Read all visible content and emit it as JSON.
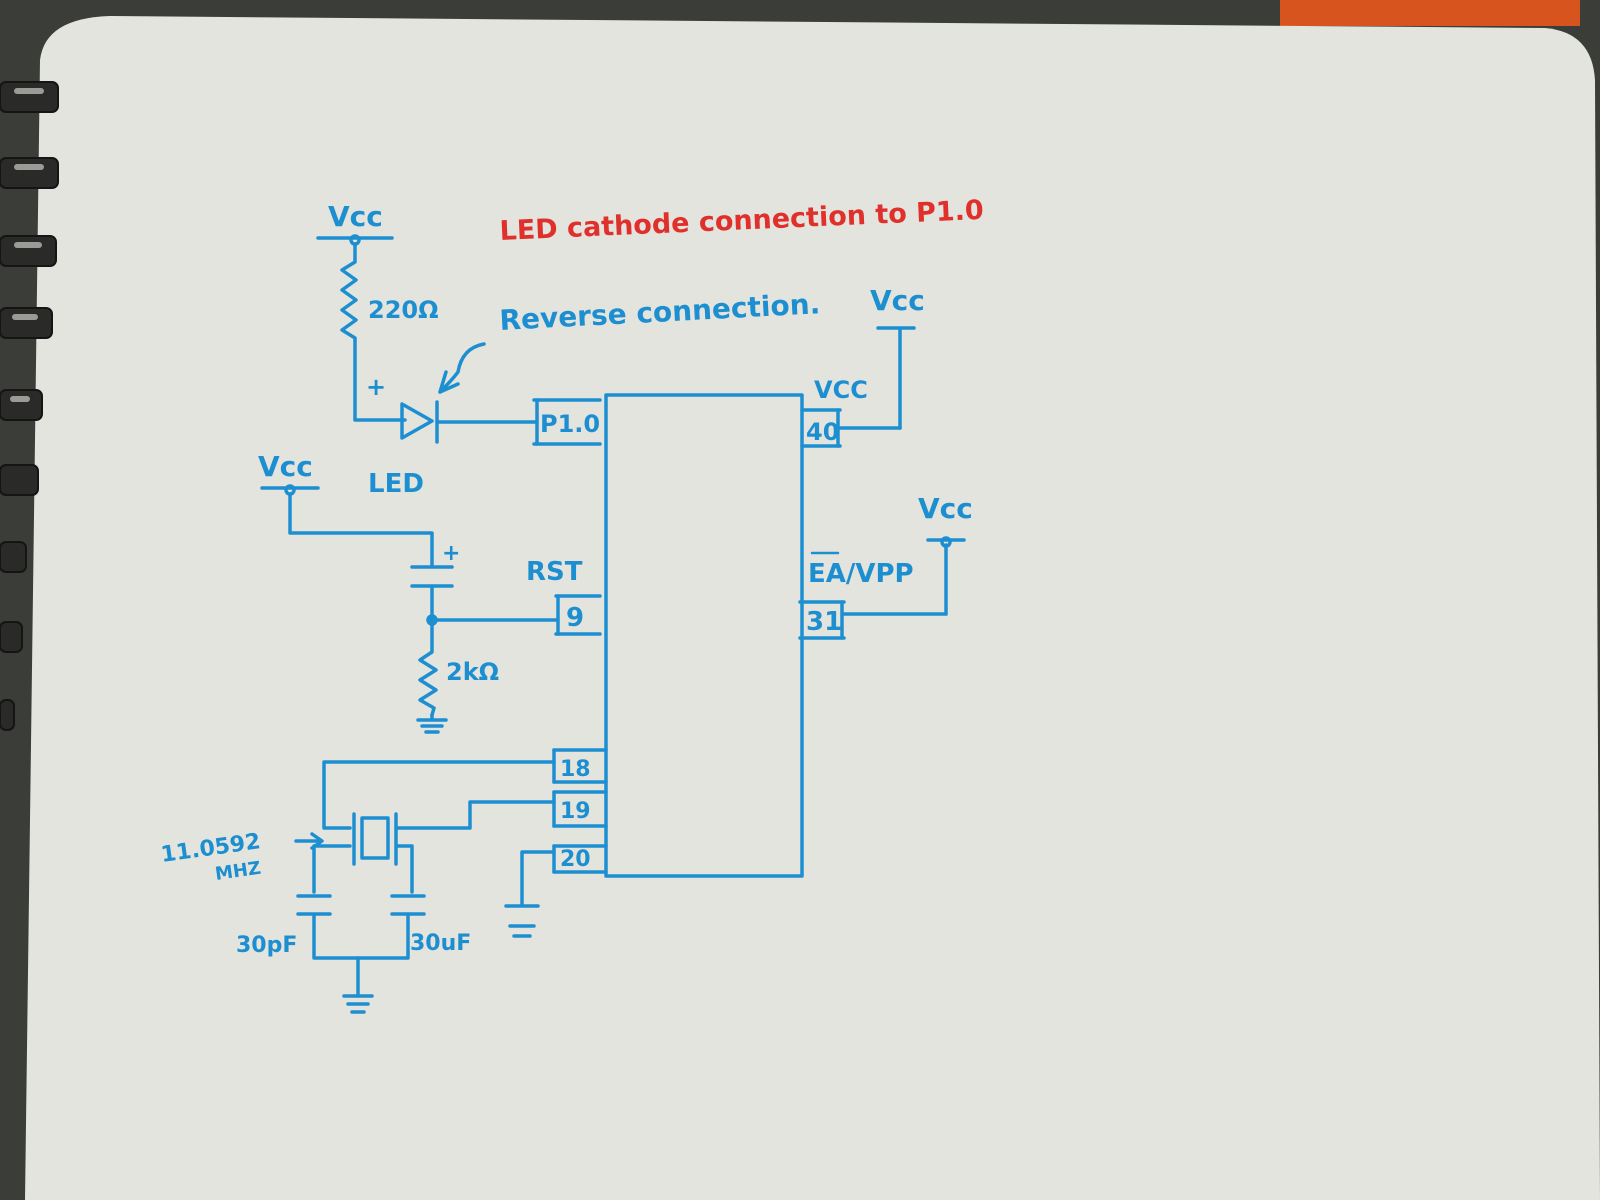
{
  "notebook": {
    "paper_color": "#e4e4df",
    "ink_color": "#1d8fd0",
    "note_color": "#e0302c"
  },
  "note": "LED cathode connection to P1.0",
  "annotations": {
    "reverse": "Reverse connection.",
    "led": "LED",
    "plus_led": "+",
    "plus_cap": "+",
    "crystal_freq": "11.0592",
    "crystal_unit": "MHZ",
    "cap_left": "30pF",
    "cap_right": "30uF"
  },
  "power": {
    "vcc_top_left": "Vcc",
    "vcc_left": "Vcc",
    "vcc_top_right": "Vcc",
    "vcc_right": "Vcc",
    "vcc_pin40": "VCC"
  },
  "resistors": {
    "led_resistor": "220Ω",
    "reset_resistor": "2kΩ"
  },
  "chip": {
    "pins_left": [
      {
        "label": "P1.0",
        "name": ""
      },
      {
        "label": "9",
        "name": "RST"
      },
      {
        "label": "18",
        "name": ""
      },
      {
        "label": "19",
        "name": ""
      },
      {
        "label": "20",
        "name": ""
      }
    ],
    "pins_right": [
      {
        "label": "40",
        "name": "VCC"
      },
      {
        "label": "31",
        "name": "EA/VPP"
      }
    ]
  }
}
